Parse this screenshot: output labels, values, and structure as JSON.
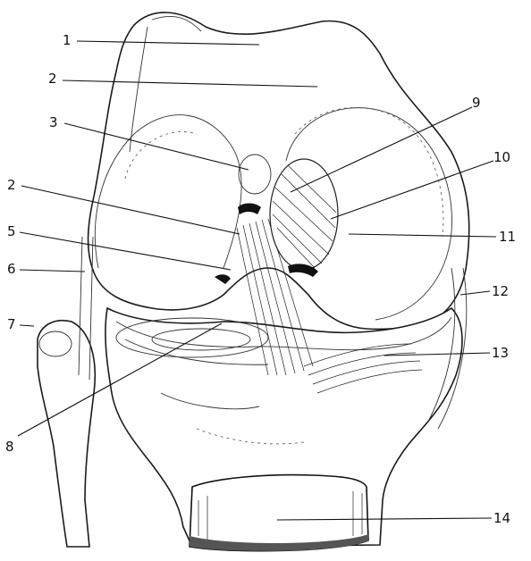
{
  "labels": {
    "l1": "1",
    "l2a": "2",
    "l3": "3",
    "l2b": "2",
    "l5": "5",
    "l6": "6",
    "l7": "7",
    "l8": "8",
    "l9": "9",
    "l10": "10",
    "l11": "11",
    "l12": "12",
    "l13": "13",
    "l14": "14"
  }
}
